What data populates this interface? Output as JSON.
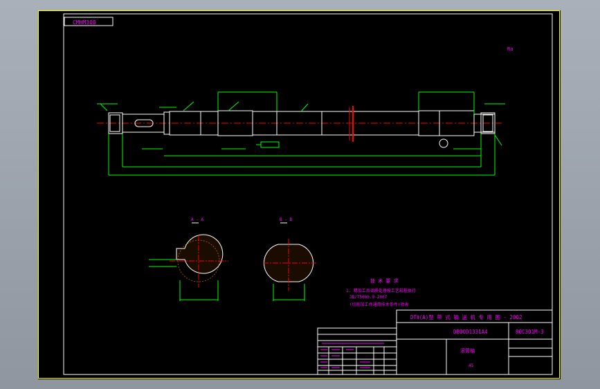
{
  "sheet": {
    "drawing_code": "CMHM308",
    "top_right_note": "Ra"
  },
  "tech_requirements": {
    "title": "技 术 要 求",
    "line1": "1. 精加工后调质处理按工艺规程执行",
    "line2": "JB/T5000.9-2007",
    "line3": "(切削加工件通用技术条件)验收"
  },
  "sections": {
    "left_label": "A - A",
    "right_label": "B - B"
  },
  "title_block": {
    "header": "DTⅡ(A)型  带 式 输 送 机 专 用 图 - 2002",
    "part_number": "DB00D1331A4",
    "code": "80C301M-3",
    "part_name": "滚筒轴",
    "material_note": "45"
  },
  "colors": {
    "outline": "#ffff00",
    "geometry": "#ffffff",
    "dimension": "#00ff00",
    "centerline": "#ff0000",
    "text": "#ff00ff",
    "hatch": "#ff8000"
  }
}
